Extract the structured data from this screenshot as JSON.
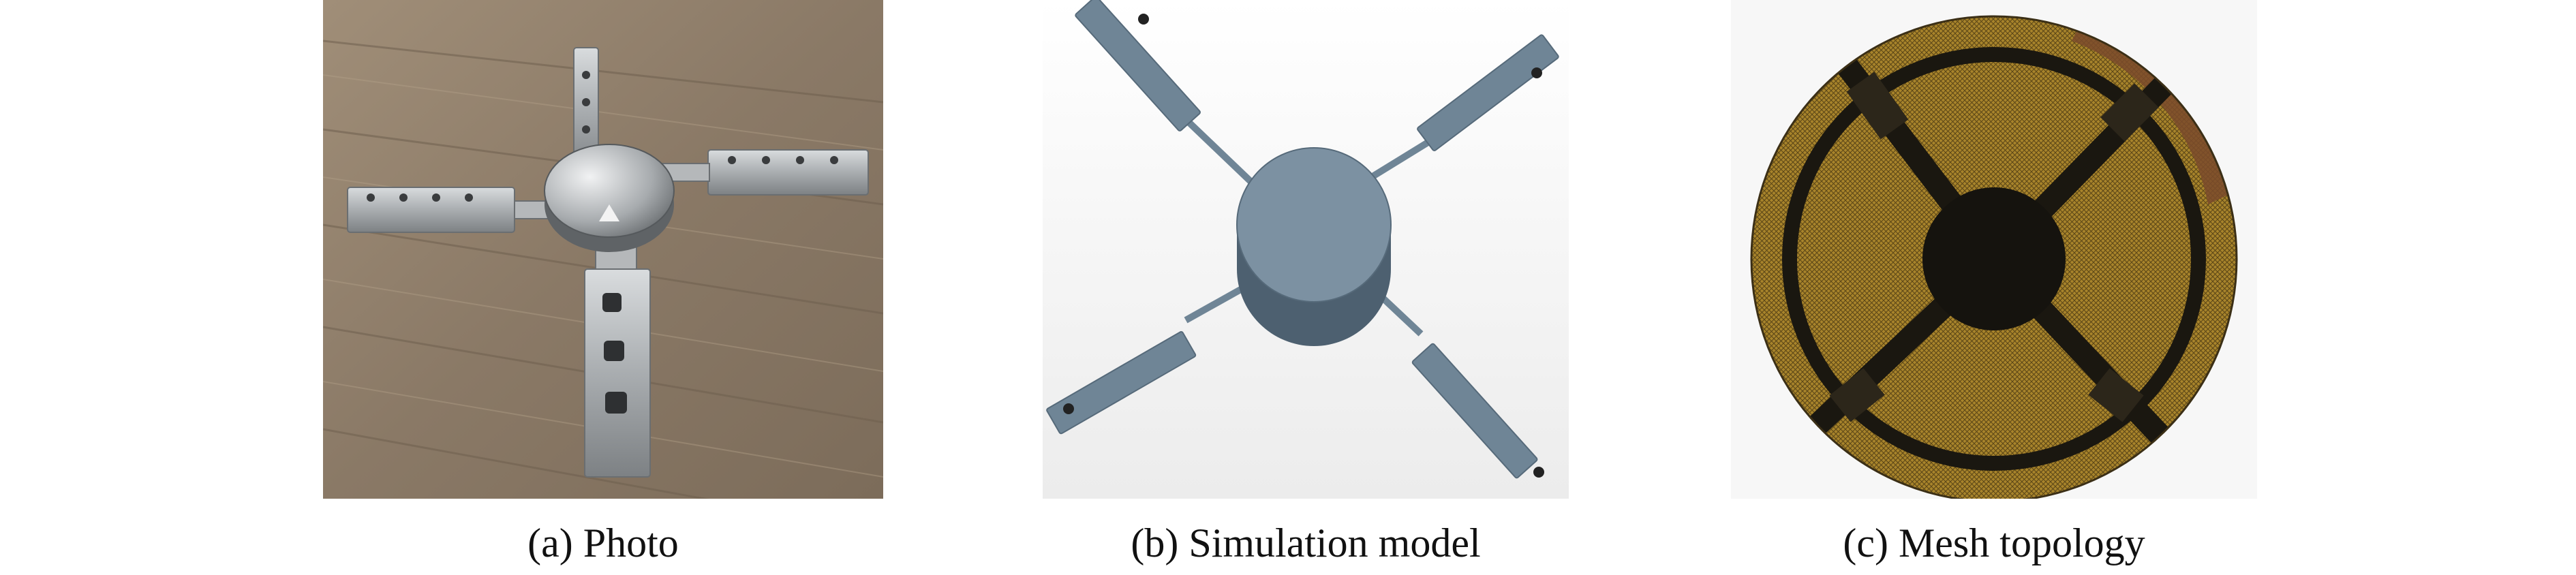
{
  "figure": {
    "panels": [
      {
        "id": "a",
        "caption": "(a) Photo"
      },
      {
        "id": "b",
        "caption": "(b) Simulation model"
      },
      {
        "id": "c",
        "caption": "(c) Mesh topology"
      }
    ]
  },
  "colors": {
    "wood": "#8f7e6a",
    "steel": "#b9bcbe",
    "model_blue": "#6f8596",
    "mesh_gold": "#b08a2c",
    "mesh_dark": "#1a1710",
    "rim_brown": "#7a4a2c"
  }
}
